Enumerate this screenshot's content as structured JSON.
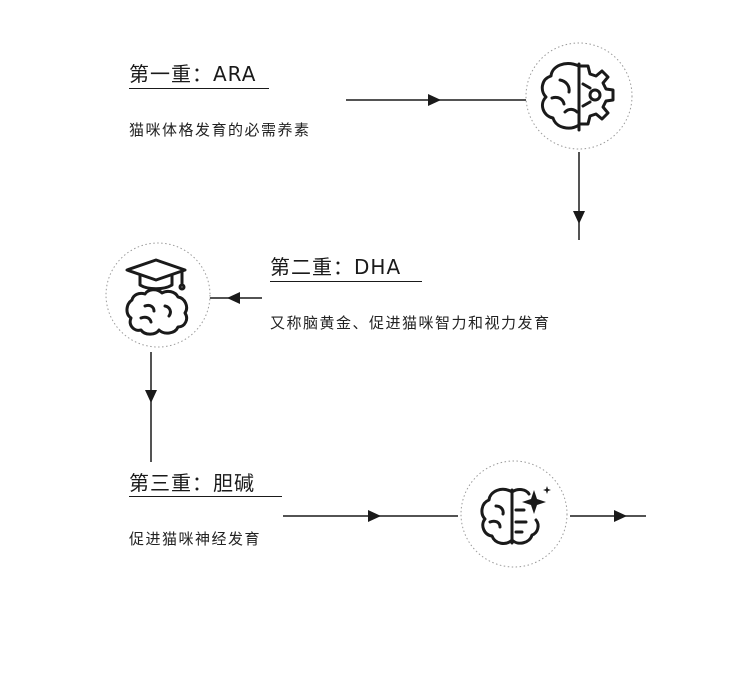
{
  "stages": [
    {
      "title": "第一重：ARA",
      "description": "猫咪体格发育的必需养素",
      "icon": "brain-gear-icon"
    },
    {
      "title": "第二重：DHA",
      "description": "又称脑黄金、促进猫咪智力和视力发育",
      "icon": "brain-graduation-cap-icon"
    },
    {
      "title": "第三重：胆碱",
      "description": "促进猫咪神经发育",
      "icon": "brain-sparkle-icon"
    }
  ],
  "colors": {
    "line": "#1a1a1a",
    "circle_border": "#9a9a9a",
    "background": "#ffffff"
  }
}
